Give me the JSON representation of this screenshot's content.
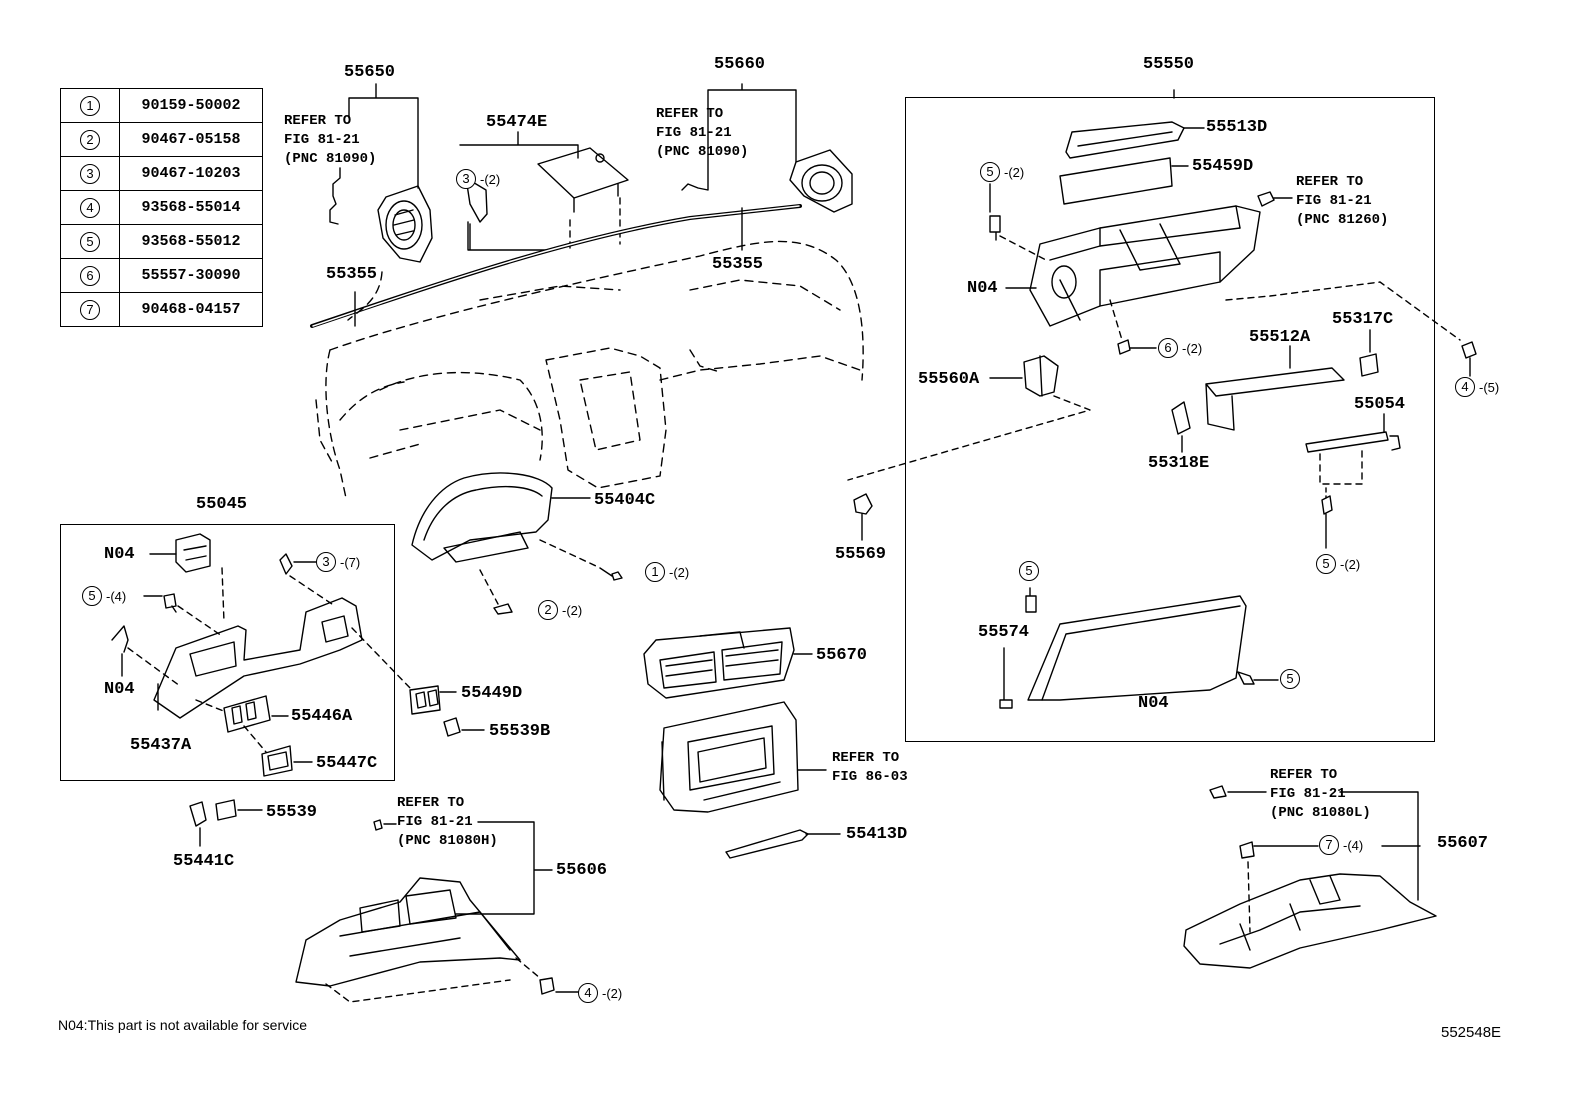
{
  "parts_table": [
    {
      "index": "1",
      "part_number": "90159-50002"
    },
    {
      "index": "2",
      "part_number": "90467-05158"
    },
    {
      "index": "3",
      "part_number": "90467-10203"
    },
    {
      "index": "4",
      "part_number": "93568-55014"
    },
    {
      "index": "5",
      "part_number": "93568-55012"
    },
    {
      "index": "6",
      "part_number": "55557-30090"
    },
    {
      "index": "7",
      "part_number": "90468-04157"
    }
  ],
  "labels": {
    "p55650": "55650",
    "p55474e": "55474E",
    "p55660": "55660",
    "p55550": "55550",
    "p55513d": "55513D",
    "p55459d": "55459D",
    "p55355_left": "55355",
    "p55355_right": "55355",
    "n04_glovebox": "N04",
    "p55560a": "55560A",
    "p55512a": "55512A",
    "p55317c": "55317C",
    "p55054": "55054",
    "p55318e": "55318E",
    "p55569": "55569",
    "p55574": "55574",
    "n04_door": "N04",
    "p55045": "55045",
    "n04_switch": "N04",
    "n04_bracket": "N04",
    "p55437a": "55437A",
    "p55446a": "55446A",
    "p55447c": "55447C",
    "p55449d": "55449D",
    "p55539b": "55539B",
    "p55404c": "55404C",
    "p55670": "55670",
    "p55413d": "55413D",
    "p55539": "55539",
    "p55441c": "55441C",
    "p55606": "55606",
    "p55607": "55607"
  },
  "refs": {
    "ref_55650": "REFER TO\nFIG 81-21\n(PNC 81090)",
    "ref_55660": "REFER TO\nFIG 81-21\n(PNC 81090)",
    "ref_glovebox": "REFER TO\nFIG 81-21\n(PNC 81260)",
    "ref_display": "REFER TO\nFIG 86-03",
    "ref_55606": "REFER TO\nFIG 81-21\n(PNC 81080H)",
    "ref_55607": "REFER TO\nFIG 81-21\n(PNC 81080L)"
  },
  "callouts": {
    "c3_clip": {
      "n": "3",
      "qty": "-(2)"
    },
    "c5_glovebox": {
      "n": "5",
      "qty": "-(2)"
    },
    "c6_glovebox": {
      "n": "6",
      "qty": "-(2)"
    },
    "c4_right": {
      "n": "4",
      "qty": "-(5)"
    },
    "c5_hinge": {
      "n": "5",
      "qty": "-(2)"
    },
    "c5_door_top": {
      "n": "5",
      "qty": ""
    },
    "c5_door_right": {
      "n": "5",
      "qty": ""
    },
    "c3_cover": {
      "n": "3",
      "qty": "-(7)"
    },
    "c5_cover": {
      "n": "5",
      "qty": "-(4)"
    },
    "c1_meter": {
      "n": "1",
      "qty": "-(2)"
    },
    "c2_meter": {
      "n": "2",
      "qty": "-(2)"
    },
    "c4_lower": {
      "n": "4",
      "qty": "-(2)"
    },
    "c7_lower": {
      "n": "7",
      "qty": "-(4)"
    }
  },
  "footnote": "N04:This part is not available for service",
  "diagram_id": "552548E"
}
